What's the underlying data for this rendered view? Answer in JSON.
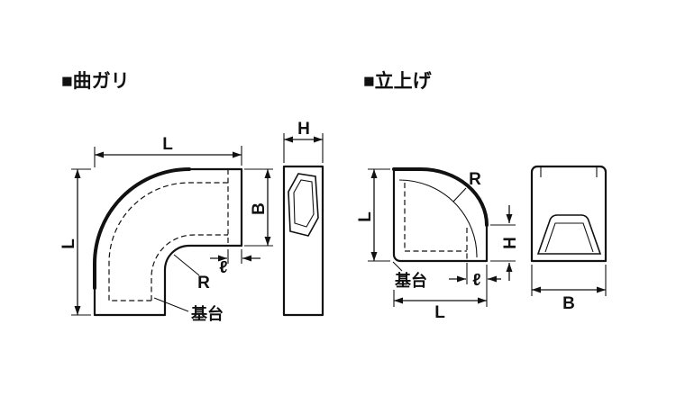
{
  "bend": {
    "title": "■曲ガリ",
    "labels": {
      "length_top": "L",
      "length_left": "L",
      "width": "B",
      "height": "H",
      "radius": "R",
      "lip": "ℓ",
      "base": "基台"
    }
  },
  "rise": {
    "title": "■立上げ",
    "labels": {
      "length_left": "L",
      "length_bottom": "L",
      "width": "B",
      "height": "H",
      "radius": "R",
      "lip": "ℓ",
      "base": "基台"
    }
  }
}
